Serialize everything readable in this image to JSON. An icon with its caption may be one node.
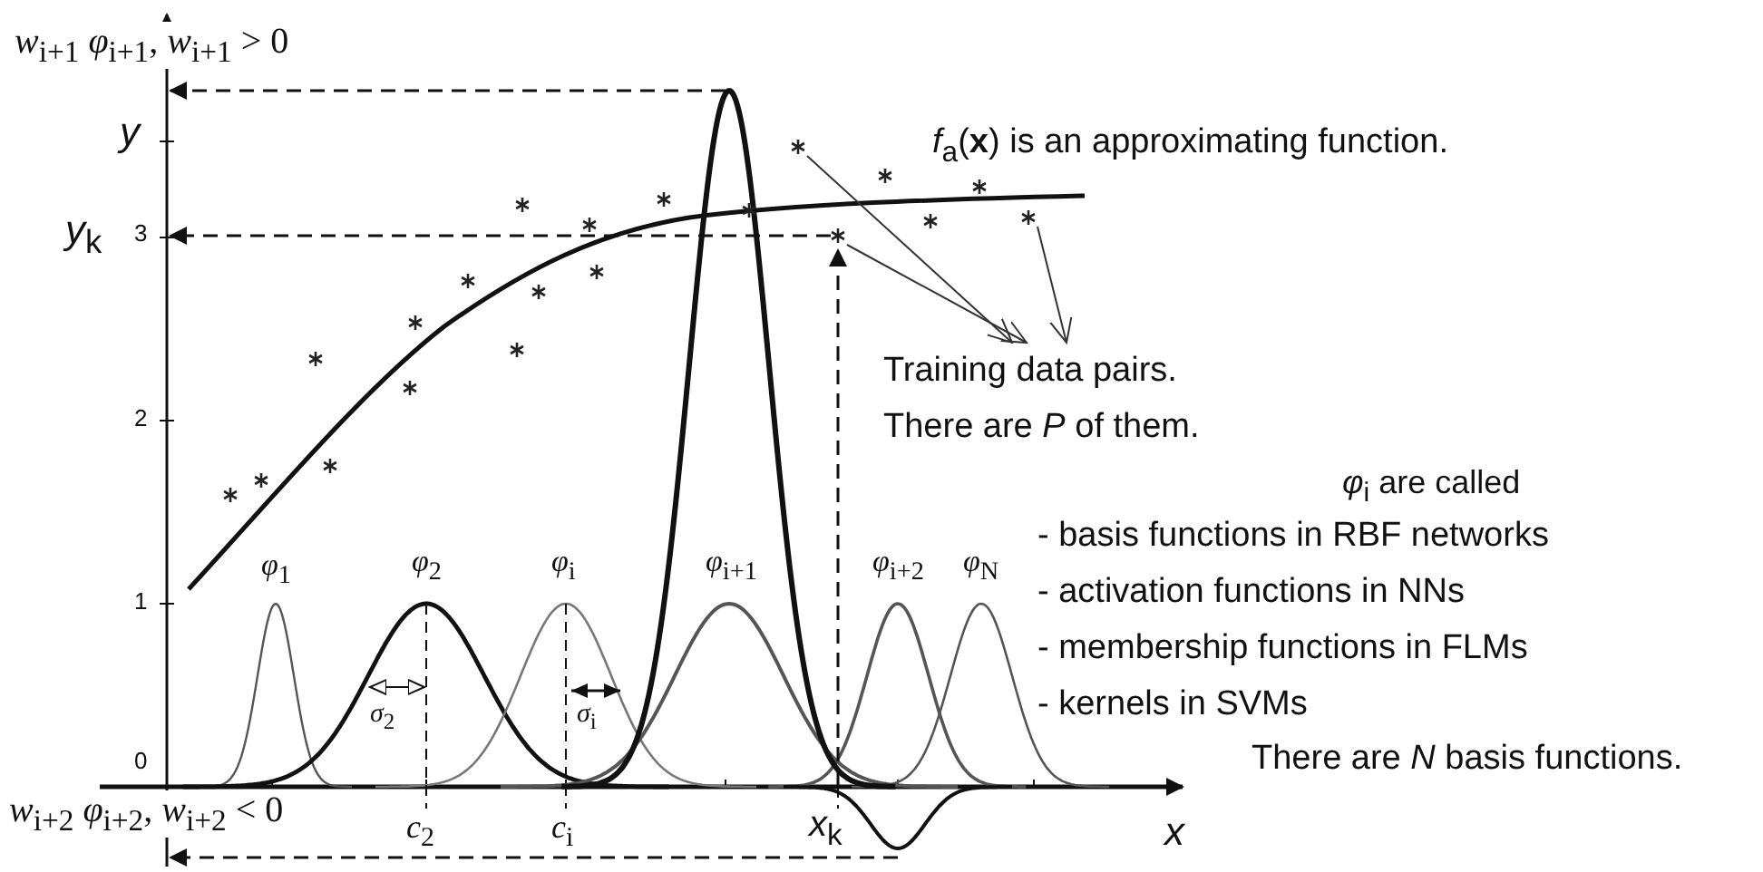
{
  "diagram": {
    "nodes": [
      {
        "text": [
          "Training data pairs. There are *P* of them."
        ]
      },
      {
        "text": [],
        "shape": "star"
      },
      {
        "text": [],
        "shape": "star"
      },
      {
        "text": [],
        "shape": "star"
      }
    ],
    "edges": [
      {
        "from": 1,
        "to": 0,
        "arrow": "to"
      },
      {
        "from": 2,
        "to": 0,
        "arrow": "to"
      },
      {
        "from": 3,
        "to": 0,
        "arrow": "to"
      }
    ],
    "labels": [
      "*w*$_{i+1}$ *φ*$_{i+1}$, *w*$_{i+1}$ > 0",
      "y",
      "*y*$_{k}$",
      "3",
      "*f*$_{a}$(**x**) is an approximating function.",
      "2",
      "*φ*$_{i}$ are called",
      "- basis functions in RBF networks",
      "*φ*$_{1}$",
      "*φ*$_{2}$",
      "*φ*$_{i}$",
      "*φ*$_{i+1}$",
      "*φ*$_{i+2}$",
      "*φ*$_{N}$",
      "- activation functions in NNs",
      "1",
      "- membership functions in FLMs",
      "*σ*$_{2}$",
      "*σ*$_{i}$",
      "- kernels in SVMs",
      "0",
      "There are *N* basis functions.",
      "*w*$_{i+2}$ *φ*$_{i+2}$, *w*$_{i+2}$ < 0",
      "*c*$_{2}$",
      "*c*$_{i}$",
      "*x*$_{k}$",
      "x"
    ]
  }
}
